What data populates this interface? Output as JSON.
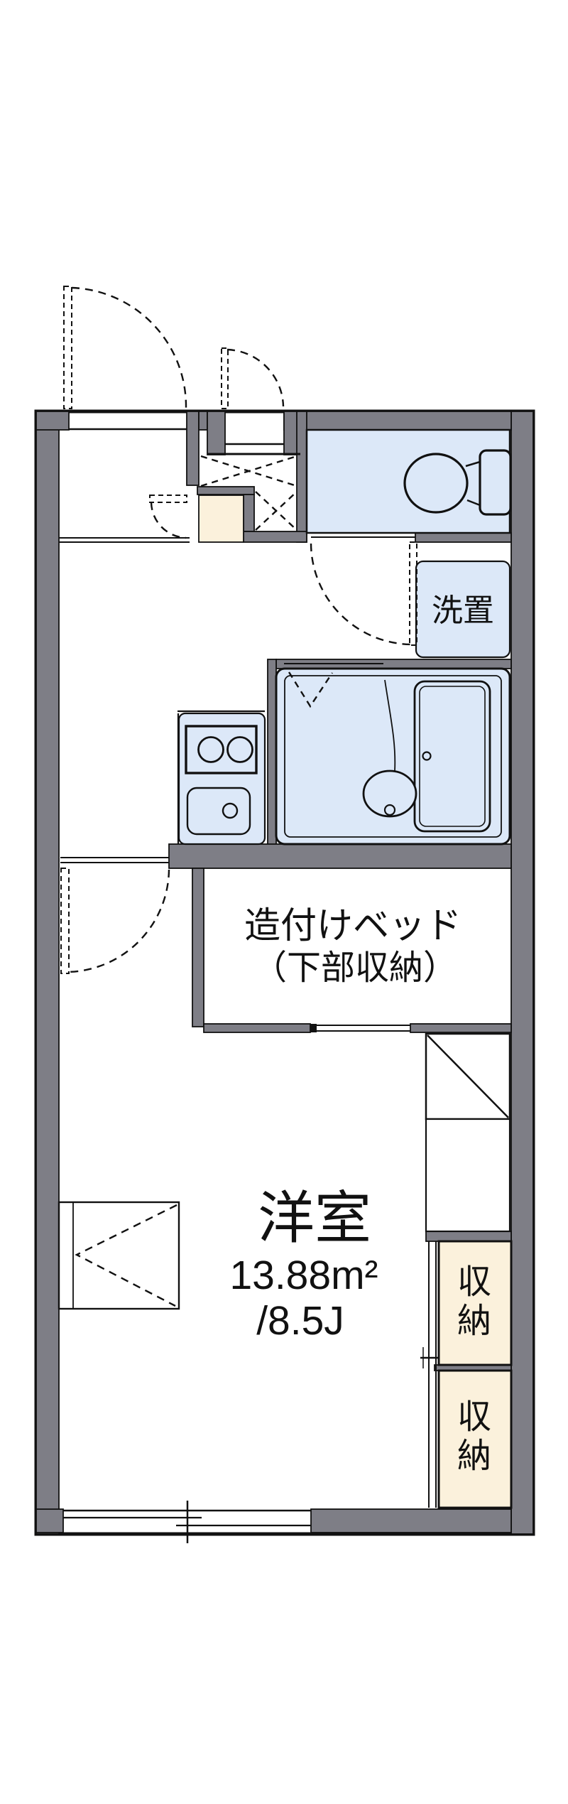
{
  "floor_plan": {
    "type": "apartment-floor-plan",
    "western_room": {
      "label": "洋室",
      "area_sqm": "13.88m²",
      "area_tatami": "/8.5J"
    },
    "built_in_bed": {
      "label_line1": "造付けベッド",
      "label_line2": "（下部収納）"
    },
    "washer_space": {
      "label": "洗置"
    },
    "storage_upper": {
      "label": "収納"
    },
    "storage_lower": {
      "label": "収納"
    },
    "colors": {
      "wall_gray": "#7e7e86",
      "water_blue": "#dce8f8",
      "entry_cream": "#fbf1dc",
      "line_black": "#111111",
      "background": "#ffffff"
    }
  }
}
